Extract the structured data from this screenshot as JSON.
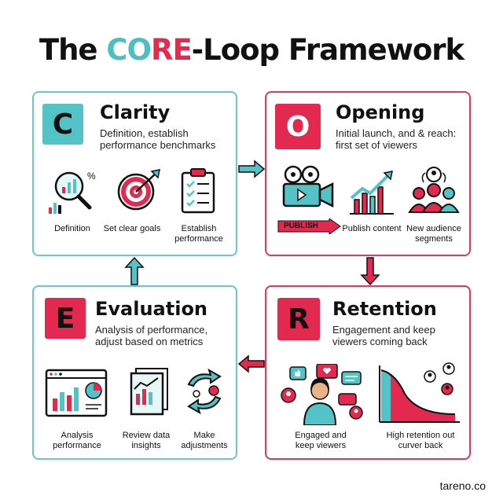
{
  "title": {
    "part1": "The ",
    "part2": "CO",
    "part3": "RE",
    "part4": "-Loop Framework"
  },
  "cards": {
    "clarity": {
      "letter": "C",
      "title": "Clarity",
      "desc": "Definition, establish performance benchmarks",
      "items": [
        "Definition",
        "Set clear goals",
        "Establish performance"
      ]
    },
    "opening": {
      "letter": "O",
      "title": "Opening",
      "desc": "Initial launch, and & reach: first set of viewers",
      "publish_tag": "PUBLISH",
      "items": [
        "Publish content",
        "New audience segments"
      ]
    },
    "evaluation": {
      "letter": "E",
      "title": "Evaluation",
      "desc": "Analysis of performance, adjust based on metrics",
      "items": [
        "Analysis performance",
        "Review data insights",
        "Make adjustments"
      ]
    },
    "retention": {
      "letter": "R",
      "title": "Retention",
      "desc": "Engagement and keep viewers coming back",
      "items": [
        "Engaged and keep viewers",
        "High retention out curver back"
      ]
    }
  },
  "footer": "tareno.co",
  "colors": {
    "teal": "#54c3c7",
    "red": "#e3294f",
    "dark": "#111111"
  }
}
